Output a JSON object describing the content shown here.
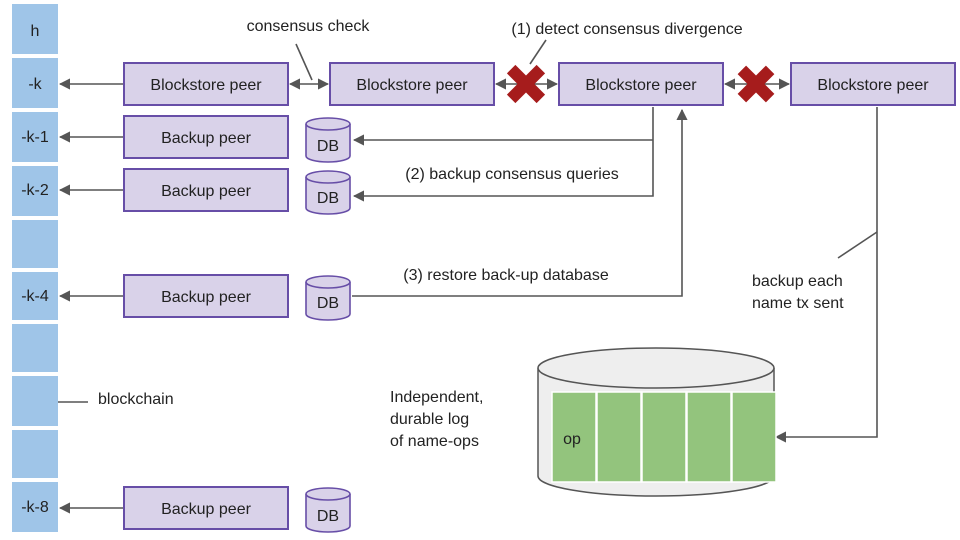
{
  "chain": {
    "blocks": [
      {
        "label": "h"
      },
      {
        "label": "-k"
      },
      {
        "label": "-k-1"
      },
      {
        "label": "-k-2"
      },
      {
        "label": ""
      },
      {
        "label": "-k-4"
      },
      {
        "label": ""
      },
      {
        "label": ""
      },
      {
        "label": ""
      },
      {
        "label": "-k-8"
      }
    ],
    "label": "blockchain"
  },
  "peers": {
    "blockstore": [
      "Blockstore peer",
      "Blockstore peer",
      "Blockstore peer",
      "Blockstore peer"
    ],
    "backup": [
      "Backup peer",
      "Backup peer",
      "Backup peer",
      "Backup peer"
    ]
  },
  "db_label": "DB",
  "annotations": {
    "consensus_check": "consensus check",
    "detect_divergence": "(1) detect consensus divergence",
    "backup_queries": "(2) backup consensus queries",
    "restore_db": "(3) restore back-up database",
    "backup_each_line1": "backup each",
    "backup_each_line2": "name tx sent",
    "log_line1": "Independent,",
    "log_line2": "durable log",
    "log_line3": "of name-ops",
    "op_label": "op"
  },
  "colors": {
    "block": "#9fc5e8",
    "peer_fill": "#d9d2e9",
    "peer_border": "#674ea7",
    "x_mark": "#a61c1c",
    "op_cell": "#93c47d"
  }
}
